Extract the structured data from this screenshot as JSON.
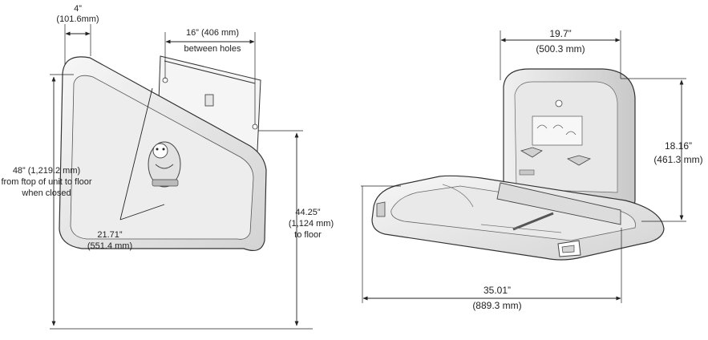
{
  "left_view": {
    "depth": {
      "line1": "4”",
      "line2": "(101.6mm)"
    },
    "holes": {
      "line1": "16” (406 mm)",
      "line2": "between holes"
    },
    "height_closed": {
      "line1": "48” (1,219.2 mm)",
      "line2": "from ftop of unit to floor",
      "line3": "when closed"
    },
    "diagonal": {
      "line1": "21.71”",
      "line2": "(551.4 mm)"
    },
    "floor": {
      "line1": "44.25”",
      "line2": "(1,124 mm)",
      "line3": "to floor"
    }
  },
  "right_view": {
    "width_top": {
      "line1": "19.7”",
      "line2": "(500.3 mm)"
    },
    "height": {
      "line1": "18.16”",
      "line2": "(461.3 mm)"
    },
    "width_bottom": {
      "line1": "35.01”",
      "line2": "(889.3 mm)"
    }
  },
  "colors": {
    "line": "#222222",
    "body_fill": "#f2f2f2",
    "body_shade": "#d9d9d9"
  }
}
